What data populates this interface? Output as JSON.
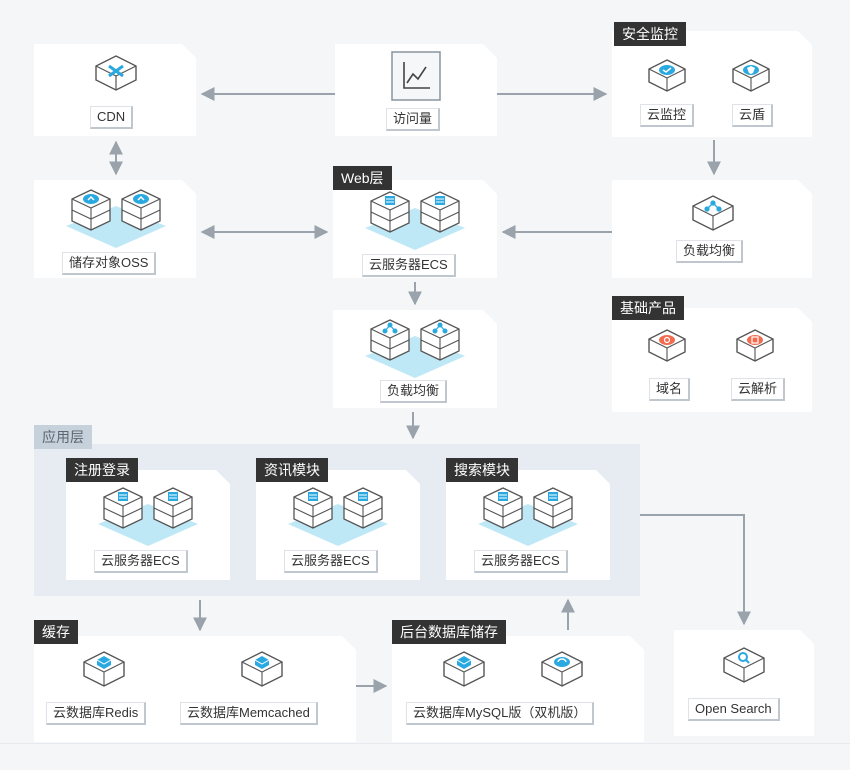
{
  "sections": {
    "security": "安全监控",
    "web": "Web层",
    "basic": "基础产品",
    "app": "应用层",
    "register": "注册登录",
    "news": "资讯模块",
    "search": "搜索模块",
    "cache": "缓存",
    "db": "后台数据库储存"
  },
  "nodes": {
    "cdn": "CDN",
    "visits": "访问量",
    "cloud_monitor": "云监控",
    "cloud_shield": "云盾",
    "oss": "储存对象OSS",
    "web_ecs": "云服务器ECS",
    "lb_top": "负载均衡",
    "lb_mid": "负载均衡",
    "domain": "域名",
    "dns": "云解析",
    "register_ecs": "云服务器ECS",
    "news_ecs": "云服务器ECS",
    "search_ecs": "云服务器ECS",
    "redis": "云数据库Redis",
    "memcached": "云数据库Memcached",
    "mysql": "云数据库MySQL版（双机版）",
    "open_search": "Open Search"
  },
  "colors": {
    "accent": "#2aa8e0",
    "accent_light": "#bfe8f7",
    "orange": "#f26b4f",
    "arrow": "#9aa3ab",
    "tag": "#333333"
  }
}
